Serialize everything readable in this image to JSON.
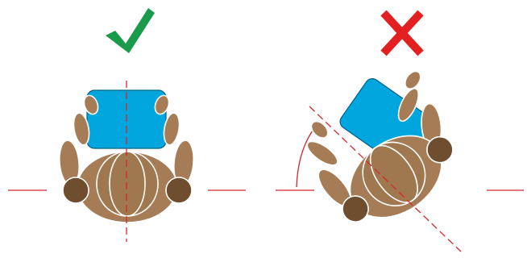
{
  "panels": [
    {
      "id": "correct",
      "verdict": "correct",
      "verdict_icon": "check-mark-icon",
      "rotation_deg": 0
    },
    {
      "id": "incorrect",
      "verdict": "incorrect",
      "verdict_icon": "cross-mark-icon",
      "rotation_deg": -35
    }
  ],
  "colors": {
    "check": "#1a9a4a",
    "cross": "#e32020",
    "guide_line": "#d8262c",
    "body_fill": "#a57c55",
    "body_stroke": "#ffffff",
    "head_fill": "#a07850",
    "shoulder_fill": "#6e4e2e",
    "laptop_fill": "#00a6dd",
    "laptop_stroke": "#005f86",
    "background": "#ffffff"
  }
}
